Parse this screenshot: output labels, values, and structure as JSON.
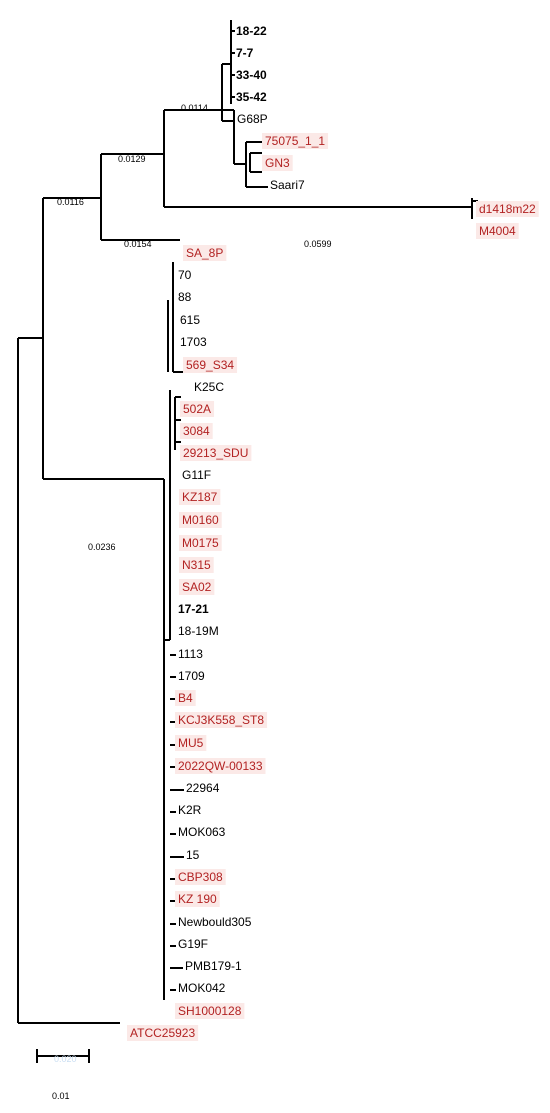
{
  "colors": {
    "highlight": "#b22222",
    "default": "#000000",
    "highlight_bg": "#fbe9e7",
    "faint": "#c9def2"
  },
  "taxa": [
    {
      "label": "18-22",
      "style": "bold"
    },
    {
      "label": "7-7",
      "style": "bold"
    },
    {
      "label": "33-40",
      "style": "bold"
    },
    {
      "label": "35-42",
      "style": "bold"
    },
    {
      "label": "G68P",
      "style": "normal"
    },
    {
      "label": "75075_1_1",
      "style": "red"
    },
    {
      "label": "GN3",
      "style": "red"
    },
    {
      "label": "Saari7",
      "style": "normal"
    },
    {
      "label": "d1418m22",
      "style": "red"
    },
    {
      "label": "M4004",
      "style": "red"
    },
    {
      "label": "SA_8P",
      "style": "red"
    },
    {
      "label": "70",
      "style": "normal"
    },
    {
      "label": "88",
      "style": "normal"
    },
    {
      "label": "615",
      "style": "normal"
    },
    {
      "label": "1703",
      "style": "normal"
    },
    {
      "label": "569_S34",
      "style": "red"
    },
    {
      "label": "K25C",
      "style": "normal"
    },
    {
      "label": "502A",
      "style": "red"
    },
    {
      "label": "3084",
      "style": "red"
    },
    {
      "label": "29213_SDU",
      "style": "red"
    },
    {
      "label": "G11F",
      "style": "normal"
    },
    {
      "label": "KZ187",
      "style": "red"
    },
    {
      "label": "M0160",
      "style": "red"
    },
    {
      "label": "M0175",
      "style": "red"
    },
    {
      "label": "N315",
      "style": "red"
    },
    {
      "label": "SA02",
      "style": "red"
    },
    {
      "label": "17-21",
      "style": "bold"
    },
    {
      "label": "18-19M",
      "style": "normal"
    },
    {
      "label": "1113",
      "style": "normal"
    },
    {
      "label": "1709",
      "style": "normal"
    },
    {
      "label": "B4",
      "style": "red"
    },
    {
      "label": "KCJ3K558_ST8",
      "style": "red"
    },
    {
      "label": "MU5",
      "style": "red"
    },
    {
      "label": "2022QW-00133",
      "style": "red"
    },
    {
      "label": "22964",
      "style": "normal"
    },
    {
      "label": "K2R",
      "style": "normal"
    },
    {
      "label": "MOK063",
      "style": "normal"
    },
    {
      "label": "15",
      "style": "normal"
    },
    {
      "label": "CBP308",
      "style": "red"
    },
    {
      "label": "KZ 190",
      "style": "red"
    },
    {
      "label": "Newbould305",
      "style": "normal"
    },
    {
      "label": "G19F",
      "style": "normal"
    },
    {
      "label": "PMB179-1",
      "style": "normal"
    },
    {
      "label": "MOK042",
      "style": "normal"
    },
    {
      "label": "SH1000128",
      "style": "red"
    },
    {
      "label": "ATCC25923",
      "style": "red"
    }
  ],
  "branch_lengths": [
    "0.0114",
    "0.0129",
    "0.0116",
    "0.0154",
    "0.0599",
    "0.0236"
  ],
  "scale_bar": {
    "label": "0.01",
    "overlay": "0.020"
  }
}
